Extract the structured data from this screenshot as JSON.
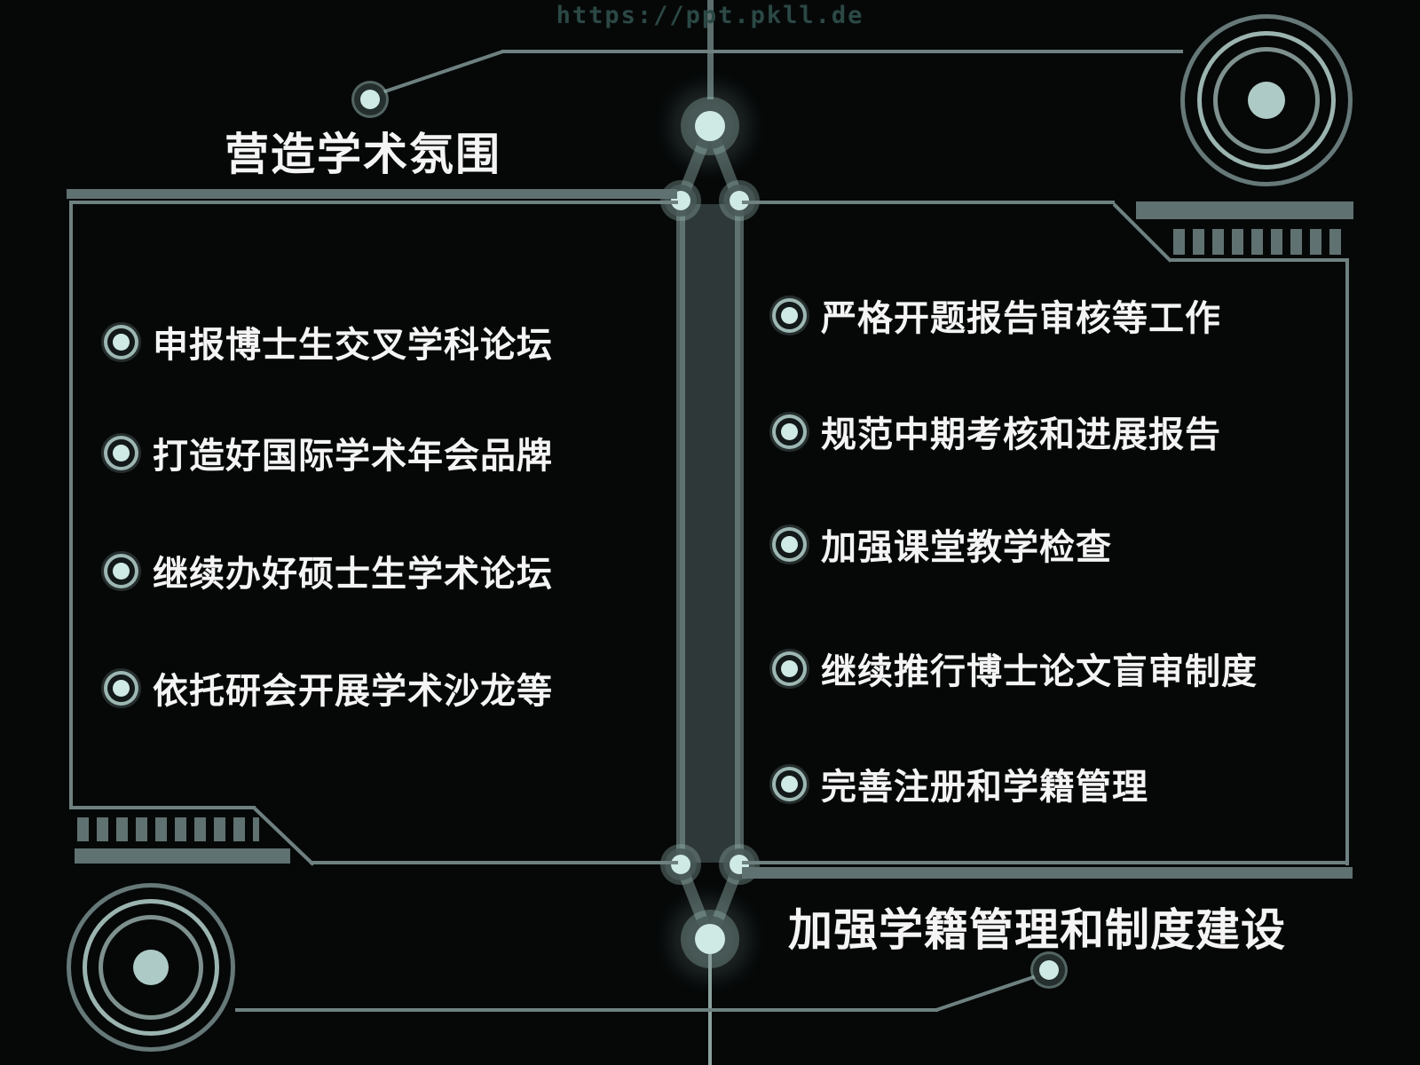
{
  "watermark": "https://ppt.pkll.de",
  "left_panel": {
    "title": "营造学术氛围",
    "items": [
      "申报博士生交叉学科论坛",
      "打造好国际学术年会品牌",
      "继续办好硕士生学术论坛",
      "依托研会开展学术沙龙等"
    ]
  },
  "right_panel": {
    "title": "加强学籍管理和制度建设",
    "items": [
      "严格开题报告审核等工作",
      "规范中期考核和进展报告",
      "加强课堂教学检查",
      "继续推行博士论文盲审制度",
      "完善注册和学籍管理"
    ]
  },
  "icons": {
    "bullet": "ring-dot-icon",
    "connector_node": "circuit-node-icon",
    "corner_ornament": "concentric-circles-icon",
    "comb": "tick-strip-icon"
  },
  "colors": {
    "background": "#060808",
    "line": "#6e8180",
    "bar": "#5f7170",
    "node_fill": "#cfe9e5",
    "ring_dot": "#aecac6",
    "text": "#f4f4f4",
    "watermark": "#2b4845"
  }
}
